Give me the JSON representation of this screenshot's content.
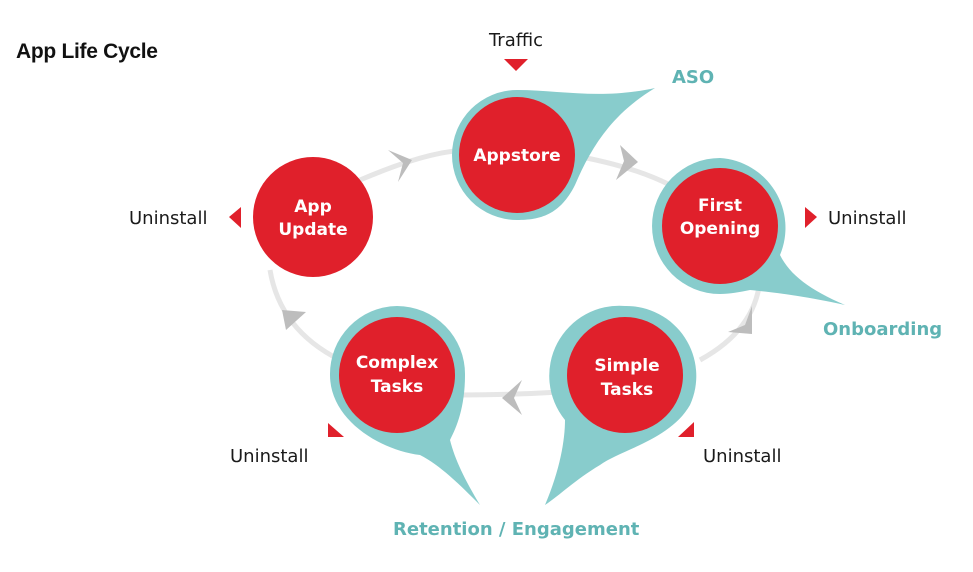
{
  "title": "App Life Cycle",
  "colors": {
    "node": "#e0202b",
    "ring": "#88cccc",
    "arrow": "#bdbdbd",
    "track": "#e6e6e6",
    "marker": "#e0202b",
    "teal_text": "#5fb3b3"
  },
  "nodes": [
    {
      "id": "appstore",
      "line1": "Appstore",
      "line2": ""
    },
    {
      "id": "first-opening",
      "line1": "First",
      "line2": "Opening"
    },
    {
      "id": "simple-tasks",
      "line1": "Simple",
      "line2": "Tasks"
    },
    {
      "id": "complex-tasks",
      "line1": "Complex",
      "line2": "Tasks"
    },
    {
      "id": "app-update",
      "line1": "App",
      "line2": "Update"
    }
  ],
  "labels": {
    "traffic": "Traffic",
    "aso": "ASO",
    "onboarding": "Onboarding",
    "retention": "Retention / Engagement",
    "uninstall_left": "Uninstall",
    "uninstall_right": "Uninstall",
    "uninstall_bottom_left": "Uninstall",
    "uninstall_bottom_right": "Uninstall"
  }
}
